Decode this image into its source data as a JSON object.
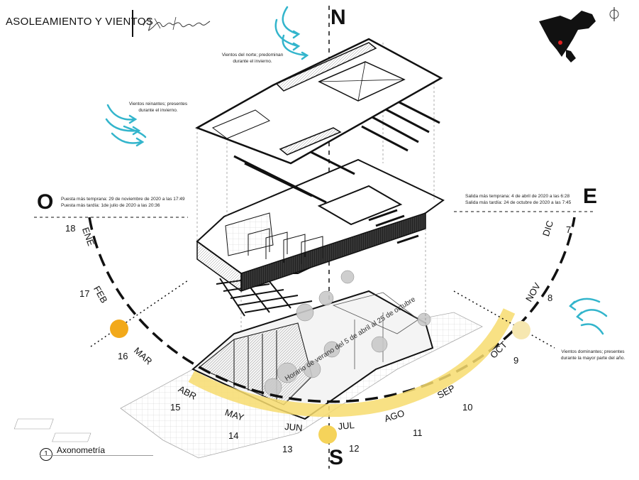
{
  "title": "ASOLEAMIENTO Y VIENTOS",
  "caption": {
    "number": "1",
    "text": "Axonometría"
  },
  "cardinals": {
    "north": "N",
    "south": "S",
    "west": "O",
    "east": "E"
  },
  "wind_notes": {
    "north": "Vientos del norte; predominan\ndurante el invierno.",
    "prevailing": "Vientos reinantes; presentes\ndurante el invierno.",
    "dominant": "Vientos dominantes; presentes\ndurante la mayor parte del año."
  },
  "sunset_notes": {
    "earliest": "Puesta más temprana: 29 de noviembre de 2020 a las 17:49",
    "latest": "Puesta más tardía: 1de julio de 2020 a las 20:36"
  },
  "sunrise_notes": {
    "earliest": "Salida más temprana: 4 de abril de 2020 a las 6:28",
    "latest": "Salida más tardía: 24 de octubre de 2020 a las 7:45"
  },
  "summer_band_label": "Horario de verano del 5 de abril al 25 de octubre",
  "months": [
    "ENE",
    "FEB",
    "MAR",
    "ABR",
    "MAY",
    "JUN",
    "JUL",
    "AGO",
    "SEP",
    "OCT",
    "NOV",
    "DIC"
  ],
  "hours": [
    "18",
    "17",
    "16",
    "15",
    "14",
    "13",
    "12",
    "11",
    "10",
    "9",
    "8",
    "7"
  ],
  "colors": {
    "sun_west": "#f2a91a",
    "sun_south": "#f5d35a",
    "sun_east": "#f6e7b0",
    "summer_band": "#f7dc6f",
    "wind": "#33b5cc",
    "ink": "#111111"
  }
}
